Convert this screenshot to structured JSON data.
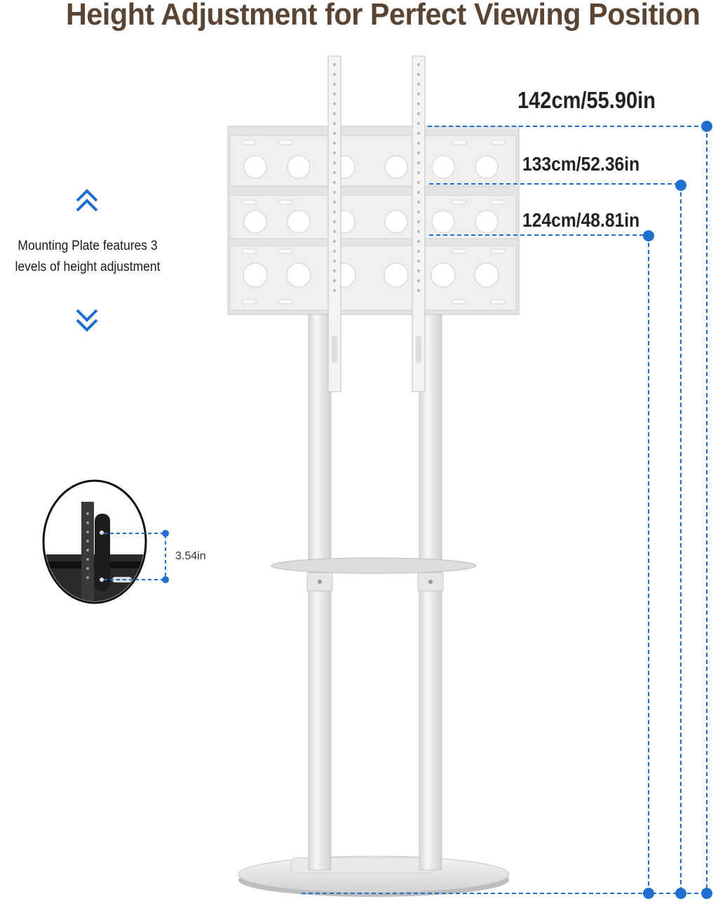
{
  "headline": "Height Adjustment for Perfect Viewing Position",
  "heights": [
    {
      "label": "142cm/55.90in"
    },
    {
      "label": "133cm/52.36in"
    },
    {
      "label": "124cm/48.81in"
    }
  ],
  "feature_text": {
    "line1": "Mounting Plate features 3",
    "line2": "levels of height adjustment"
  },
  "inset": {
    "spacing_label": "3.54in"
  },
  "colors": {
    "headline": "#5a4434",
    "accent_blue": "#1f6fd0",
    "stand_white": "#f1f1f1",
    "stand_shadow": "#c8c8c8"
  },
  "icons": {
    "up": "double-chevron-up-icon",
    "down": "double-chevron-down-icon"
  }
}
